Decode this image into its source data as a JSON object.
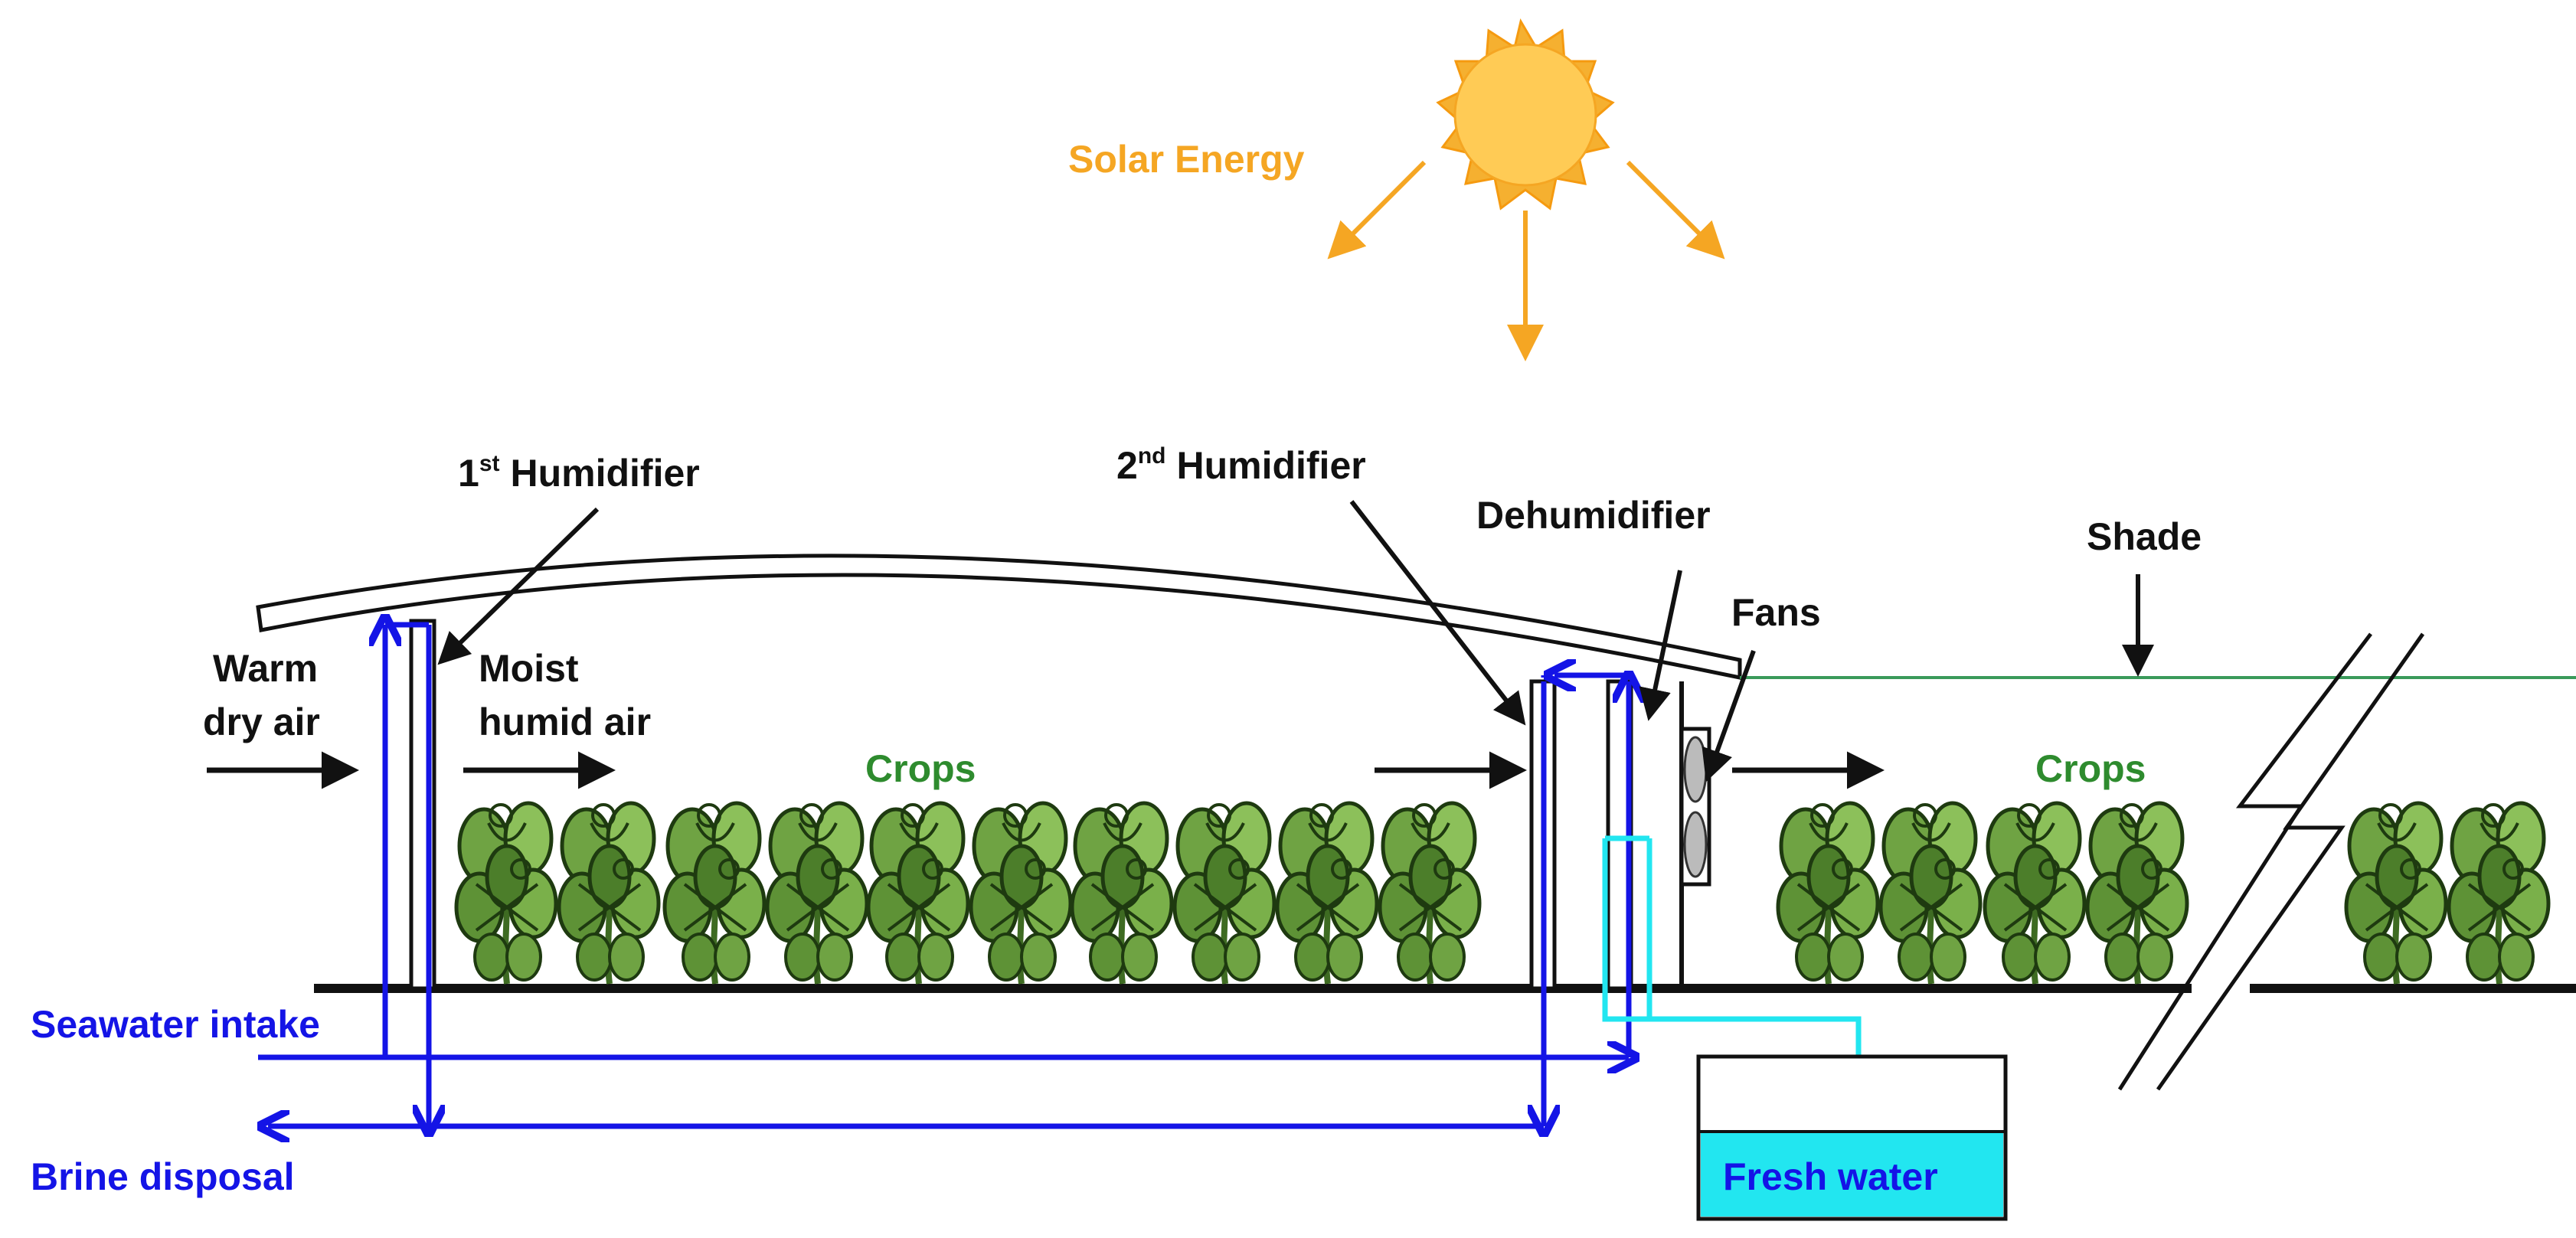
{
  "labels": {
    "solar_energy": "Solar Energy",
    "humidifier_1_num": "1",
    "humidifier_1_sup": "st",
    "humidifier_1_text": "Humidifier",
    "humidifier_2_num": "2",
    "humidifier_2_sup": "nd",
    "humidifier_2_text": "Humidifier",
    "dehumidifier": "Dehumidifier",
    "shade": "Shade",
    "fans": "Fans",
    "warm_dry_air_line1": "Warm",
    "warm_dry_air_line2": "dry air",
    "moist_humid_air_line1": "Moist",
    "moist_humid_air_line2": "humid air",
    "crops_left": "Crops",
    "crops_right": "Crops",
    "seawater_intake": "Seawater intake",
    "brine_disposal": "Brine disposal",
    "fresh_water": "Fresh water"
  },
  "colors": {
    "solar": "#F5A623",
    "sun_fill": "#FFC94A",
    "black": "#111111",
    "seawater_blue": "#1414E6",
    "fresh_water_cyan": "#22E6F0",
    "crops_green": "#2E8B2E",
    "shade_line": "#3A9A5A",
    "plant_dark": "#2F5A1C",
    "plant_light": "#7FB24A"
  },
  "icons": {
    "sun": "sun-icon",
    "fan": "fan-icon",
    "plant": "plant-icon"
  }
}
